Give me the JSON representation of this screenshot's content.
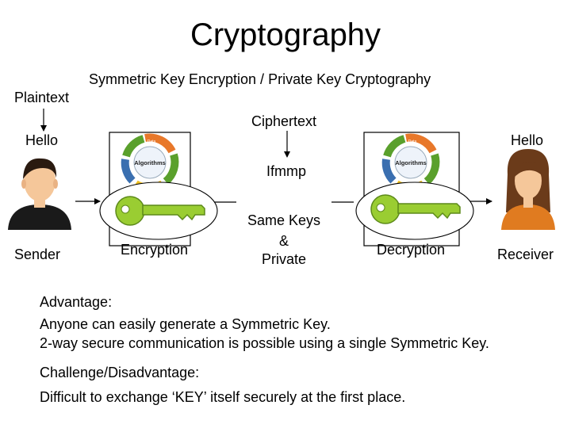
{
  "title": "Cryptography",
  "subtitle": "Symmetric Key Encryption /   Private Key Cryptography",
  "labels": {
    "plaintext": "Plaintext",
    "hello_left": "Hello",
    "ciphertext": "Ciphertext",
    "hello_right": "Hello",
    "cipher_value": "Ifmmp",
    "sender": "Sender",
    "encryption": "Encryption",
    "same_keys_1": "Same Keys",
    "same_keys_2": "&",
    "same_keys_3": "Private",
    "decryption": "Decryption",
    "receiver": "Receiver"
  },
  "algorithm_graphic": {
    "center_text": "Algorithms",
    "top_text": "Data"
  },
  "notes": {
    "advantage_heading": "Advantage:",
    "advantage_1": "Anyone can easily generate a Symmetric Key.",
    "advantage_2": "2-way secure communication is possible using a single Symmetric Key.",
    "challenge_heading": "Challenge/Disadvantage:",
    "challenge_1": "Difficult to exchange ‘KEY’ itself securely at the first place."
  },
  "colors": {
    "key_green": "#9acd32",
    "cycle_orange": "#e8782a",
    "cycle_green": "#5aa02c",
    "cycle_blue": "#3a6fb0",
    "skin": "#f5c79a",
    "hair_dark": "#2a1a10",
    "hair_brown": "#6b3b1a",
    "shirt_dark": "#1a1a1a",
    "shirt_orange": "#e07b20"
  }
}
